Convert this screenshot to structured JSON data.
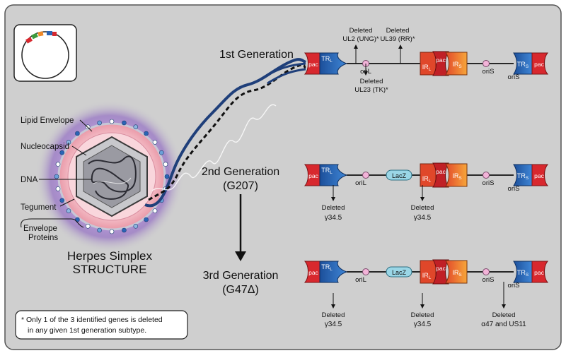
{
  "generations": {
    "first": {
      "label": "1st Generation"
    },
    "second": {
      "label_line1": "2nd Generation",
      "label_line2": "(G207)"
    },
    "third": {
      "label_line1": "3rd Generation",
      "label_line2": "(G47Δ)"
    }
  },
  "genome": {
    "pac": "pac",
    "trl": "TR",
    "trl_sub": "L",
    "irl": "IR",
    "irl_sub": "L",
    "irs": "IR",
    "irs_sub": "S",
    "trs": "TR",
    "trs_sub": "S",
    "oril": "oriL",
    "oris": "oriS",
    "lacz": "LacZ"
  },
  "annotations": {
    "gen1_ul2_line1": "Deleted",
    "gen1_ul2_line2": "UL2 (UNG)*",
    "gen1_ul39_line1": "Deleted",
    "gen1_ul39_line2": "UL39 (RR)*",
    "gen1_ul23_line1": "Deleted",
    "gen1_ul23_line2": "UL23 (TK)*",
    "deleted": "Deleted",
    "gamma345": "γ34.5",
    "alpha47": "α47 and US11"
  },
  "structure": {
    "title_line1": "Herpes Simplex",
    "title_line2": "STRUCTURE",
    "labels": {
      "lipid": "Lipid Envelope",
      "nucleocapsid": "Nucleocapsid",
      "dna": "DNA",
      "tegument": "Tegument",
      "envelope_line1": "Envelope",
      "envelope_line2": "Proteins"
    }
  },
  "footnote": {
    "line1": "* Only 1 of the 3 identified genes is deleted",
    "line2": "in any given 1st generation subtype."
  },
  "colors": {
    "panel": "#cfcfcf",
    "border": "#555555",
    "pac": "#d8282e",
    "trl": "#2a64b5",
    "ir_orange": "#f08a2a",
    "ir_red": "#e0472a",
    "ori": "#f2b3d8",
    "lacz": "#9ad6e6",
    "dna": "#1f3f7a"
  }
}
